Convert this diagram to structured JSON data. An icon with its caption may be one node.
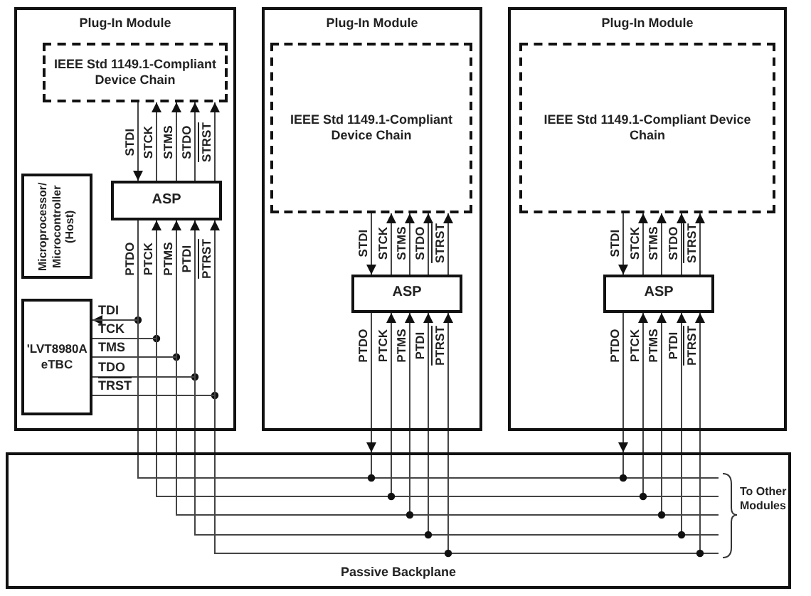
{
  "diagram": {
    "nodes": [
      {
        "text": [
          "Plug-In Module"
        ]
      },
      {
        "text": [
          "IEEE Std 1149.1-Compliant Device Chain"
        ],
        "in": 0
      },
      {
        "text": [
          "ASP"
        ],
        "in": 0
      },
      {
        "text": [
          "Microprocessor/ Microcontroller (Host)"
        ],
        "in": 0
      },
      {
        "text": [
          "'LVT8980A eTBC"
        ],
        "in": 0
      },
      {
        "text": [
          "Plug-In Module"
        ]
      },
      {
        "text": [
          "IEEE Std 1149.1-Compliant Device Chain"
        ],
        "in": 5
      },
      {
        "text": [
          "ASP"
        ],
        "in": 5
      },
      {
        "text": [
          "Plug-In Module"
        ]
      },
      {
        "text": [
          "IEEE Std 1149.1-Compliant Device Chain"
        ],
        "in": 8
      },
      {
        "text": [
          "ASP"
        ],
        "in": 8
      },
      {
        "text": [
          "Passive Backplane"
        ]
      }
    ],
    "edges": [
      {
        "from": 1,
        "to": 2,
        "arrow": "to",
        "label": "STDI"
      },
      {
        "from": 2,
        "to": 1,
        "arrow": "to",
        "label": "STCK"
      },
      {
        "from": 2,
        "to": 1,
        "arrow": "to",
        "label": "STMS"
      },
      {
        "from": 2,
        "to": 1,
        "arrow": "to",
        "label": "STDO"
      },
      {
        "from": 2,
        "to": 1,
        "arrow": "to",
        "label": "STRST"
      },
      {
        "from": 2,
        "to": 4,
        "arrow": "to",
        "label": "PTDO"
      },
      {
        "from": 4,
        "to": 2,
        "arrow": "to",
        "label": "PTCK"
      },
      {
        "from": 4,
        "to": 2,
        "arrow": "to",
        "label": "PTMS"
      },
      {
        "from": 4,
        "to": 2,
        "arrow": "to",
        "label": "PTDI"
      },
      {
        "from": 4,
        "to": 2,
        "arrow": "to",
        "label": "PTRST"
      },
      {
        "from": 4,
        "to": 11,
        "arrow": "none"
      },
      {
        "from": 4,
        "to": 11,
        "arrow": "none"
      },
      {
        "from": 4,
        "to": 11,
        "arrow": "none"
      },
      {
        "from": 4,
        "to": 11,
        "arrow": "none"
      },
      {
        "from": 4,
        "to": 11,
        "arrow": "none"
      },
      {
        "from": 6,
        "to": 7,
        "arrow": "to",
        "label": "STDI"
      },
      {
        "from": 7,
        "to": 6,
        "arrow": "to",
        "label": "STCK"
      },
      {
        "from": 7,
        "to": 6,
        "arrow": "to",
        "label": "STMS"
      },
      {
        "from": 7,
        "to": 6,
        "arrow": "to",
        "label": "STDO"
      },
      {
        "from": 7,
        "to": 6,
        "arrow": "to",
        "label": "STRST"
      },
      {
        "from": 7,
        "to": 11,
        "arrow": "to",
        "label": "PTDO"
      },
      {
        "from": 11,
        "to": 7,
        "arrow": "to",
        "label": "PTCK"
      },
      {
        "from": 11,
        "to": 7,
        "arrow": "to",
        "label": "PTMS"
      },
      {
        "from": 11,
        "to": 7,
        "arrow": "to",
        "label": "PTDI"
      },
      {
        "from": 11,
        "to": 7,
        "arrow": "to",
        "label": "PTRST"
      },
      {
        "from": 9,
        "to": 10,
        "arrow": "to",
        "label": "STDI"
      },
      {
        "from": 10,
        "to": 9,
        "arrow": "to",
        "label": "STCK"
      },
      {
        "from": 10,
        "to": 9,
        "arrow": "to",
        "label": "STMS"
      },
      {
        "from": 10,
        "to": 9,
        "arrow": "to",
        "label": "STDO"
      },
      {
        "from": 10,
        "to": 9,
        "arrow": "to",
        "label": "STRST"
      },
      {
        "from": 10,
        "to": 11,
        "arrow": "to",
        "label": "PTDO"
      },
      {
        "from": 11,
        "to": 10,
        "arrow": "to",
        "label": "PTCK"
      },
      {
        "from": 11,
        "to": 10,
        "arrow": "to",
        "label": "PTMS"
      },
      {
        "from": 11,
        "to": 10,
        "arrow": "to",
        "label": "PTDI"
      },
      {
        "from": 11,
        "to": 10,
        "arrow": "to",
        "label": "PTRST"
      }
    ],
    "labels": [
      "TDI",
      "TCK",
      "TMS",
      "TDO",
      "TRST",
      "To Other Modules"
    ]
  }
}
